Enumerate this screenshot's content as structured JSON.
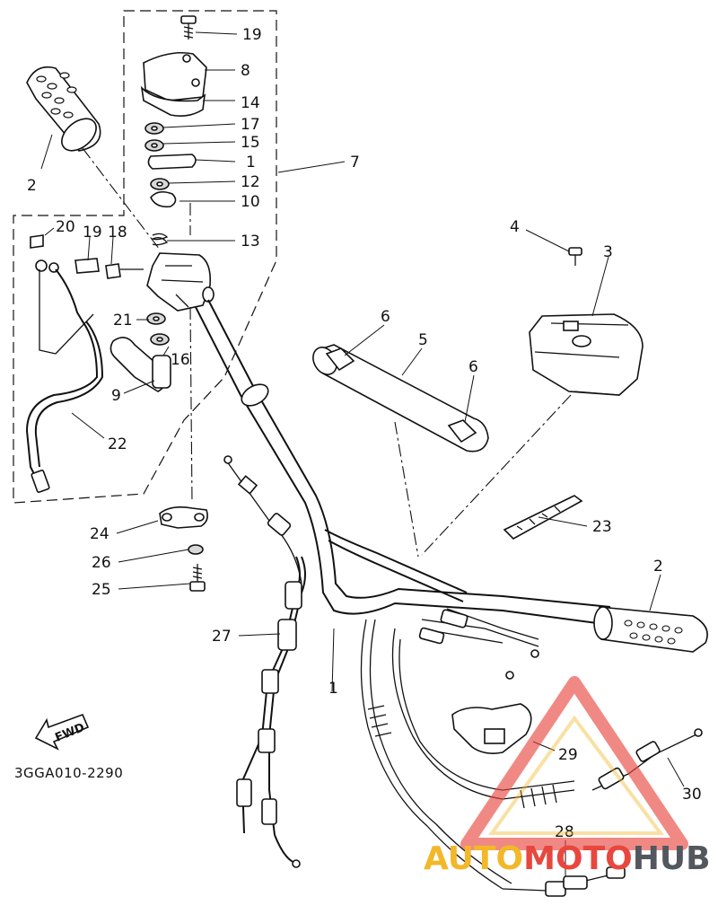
{
  "diagram": {
    "code": "3GGA010-2290",
    "direction_label": "FWD",
    "callouts": [
      {
        "id": "c19a",
        "label": "19"
      },
      {
        "id": "c8",
        "label": "8"
      },
      {
        "id": "c14",
        "label": "14"
      },
      {
        "id": "c17",
        "label": "17"
      },
      {
        "id": "c15",
        "label": "15"
      },
      {
        "id": "c1a",
        "label": "1"
      },
      {
        "id": "c12",
        "label": "12"
      },
      {
        "id": "c10",
        "label": "10"
      },
      {
        "id": "c7",
        "label": "7"
      },
      {
        "id": "c2a",
        "label": "2"
      },
      {
        "id": "c20",
        "label": "20"
      },
      {
        "id": "c19b",
        "label": "19"
      },
      {
        "id": "c18",
        "label": "18"
      },
      {
        "id": "c13",
        "label": "13"
      },
      {
        "id": "c4",
        "label": "4"
      },
      {
        "id": "c3",
        "label": "3"
      },
      {
        "id": "c6a",
        "label": "6"
      },
      {
        "id": "c5",
        "label": "5"
      },
      {
        "id": "c6b",
        "label": "6"
      },
      {
        "id": "c21",
        "label": "21"
      },
      {
        "id": "c16",
        "label": "16"
      },
      {
        "id": "c9",
        "label": "9"
      },
      {
        "id": "c22",
        "label": "22"
      },
      {
        "id": "c23",
        "label": "23"
      },
      {
        "id": "c24",
        "label": "24"
      },
      {
        "id": "c26",
        "label": "26"
      },
      {
        "id": "c25",
        "label": "25"
      },
      {
        "id": "c2b",
        "label": "2"
      },
      {
        "id": "c27",
        "label": "27"
      },
      {
        "id": "c1b",
        "label": "1"
      },
      {
        "id": "c29",
        "label": "29"
      },
      {
        "id": "c30",
        "label": "30"
      },
      {
        "id": "c28",
        "label": "28"
      }
    ]
  },
  "watermark": {
    "part1": "AUTO",
    "part2": "MOTO",
    "part3": "HUB",
    "colors": {
      "yellow": "#f2b82a",
      "red": "#e8473f",
      "gray": "#53575e"
    }
  }
}
